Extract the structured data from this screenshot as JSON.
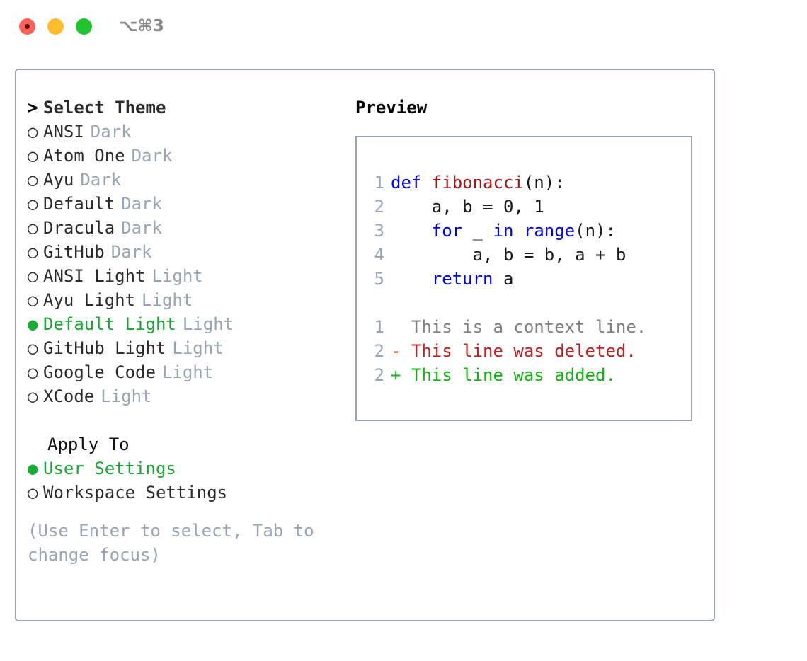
{
  "window": {
    "title": "⌥⌘3",
    "lights": [
      {
        "name": "close",
        "color": "#ff6058"
      },
      {
        "name": "minimize",
        "color": "#ffbd2e"
      },
      {
        "name": "maximize",
        "color": "#1fc42f"
      }
    ]
  },
  "theme_picker": {
    "heading": "Select Theme",
    "heading_marker": ">",
    "bullet_selected": "●",
    "bullet_unselected": "○",
    "items": [
      {
        "label": "ANSI",
        "variant": "Dark",
        "selected": false
      },
      {
        "label": "Atom One",
        "variant": "Dark",
        "selected": false
      },
      {
        "label": "Ayu",
        "variant": "Dark",
        "selected": false
      },
      {
        "label": "Default",
        "variant": "Dark",
        "selected": false
      },
      {
        "label": "Dracula",
        "variant": "Dark",
        "selected": false
      },
      {
        "label": "GitHub",
        "variant": "Dark",
        "selected": false
      },
      {
        "label": "ANSI Light",
        "variant": "Light",
        "selected": false
      },
      {
        "label": "Ayu Light",
        "variant": "Light",
        "selected": false
      },
      {
        "label": "Default Light",
        "variant": "Light",
        "selected": true
      },
      {
        "label": "GitHub Light",
        "variant": "Light",
        "selected": false
      },
      {
        "label": "Google Code",
        "variant": "Light",
        "selected": false
      },
      {
        "label": "XCode",
        "variant": "Light",
        "selected": false
      }
    ]
  },
  "apply_to": {
    "heading": "Apply To",
    "items": [
      {
        "label": "User Settings",
        "selected": true
      },
      {
        "label": "Workspace Settings",
        "selected": false
      }
    ]
  },
  "hint": "(Use Enter to select, Tab to change focus)",
  "preview": {
    "title": "Preview",
    "code_lines": [
      {
        "num": "1",
        "tokens": [
          {
            "text": "def ",
            "kind": "kw"
          },
          {
            "text": "fibonacci",
            "kind": "fn"
          },
          {
            "text": "(n):",
            "kind": "plain"
          }
        ]
      },
      {
        "num": "2",
        "tokens": [
          {
            "text": "    a, b = 0, 1",
            "kind": "plain"
          }
        ]
      },
      {
        "num": "3",
        "tokens": [
          {
            "text": "    ",
            "kind": "plain"
          },
          {
            "text": "for",
            "kind": "kw"
          },
          {
            "text": " _ ",
            "kind": "plain"
          },
          {
            "text": "in",
            "kind": "kw"
          },
          {
            "text": " ",
            "kind": "plain"
          },
          {
            "text": "range",
            "kind": "kw"
          },
          {
            "text": "(n):",
            "kind": "plain"
          }
        ]
      },
      {
        "num": "4",
        "tokens": [
          {
            "text": "        a, b = b, a + b",
            "kind": "plain"
          }
        ]
      },
      {
        "num": "5",
        "tokens": [
          {
            "text": "    ",
            "kind": "plain"
          },
          {
            "text": "return",
            "kind": "kw"
          },
          {
            "text": " a",
            "kind": "plain"
          }
        ]
      }
    ],
    "diff_lines": [
      {
        "num": "1",
        "marker": "  ",
        "text": "This is a context line.",
        "kind": "ctx"
      },
      {
        "num": "2",
        "marker": "- ",
        "text": "This line was deleted.",
        "kind": "del"
      },
      {
        "num": "2",
        "marker": "+ ",
        "text": "This line was added.",
        "kind": "add"
      }
    ]
  },
  "colors": {
    "border": "#99a3b5",
    "selected_green": "#19a634",
    "muted": "#9aa4b4",
    "keyword_blue": "#0000ee",
    "function_red": "#a61717",
    "diff_delete": "#c02020",
    "diff_add": "#15b215"
  }
}
